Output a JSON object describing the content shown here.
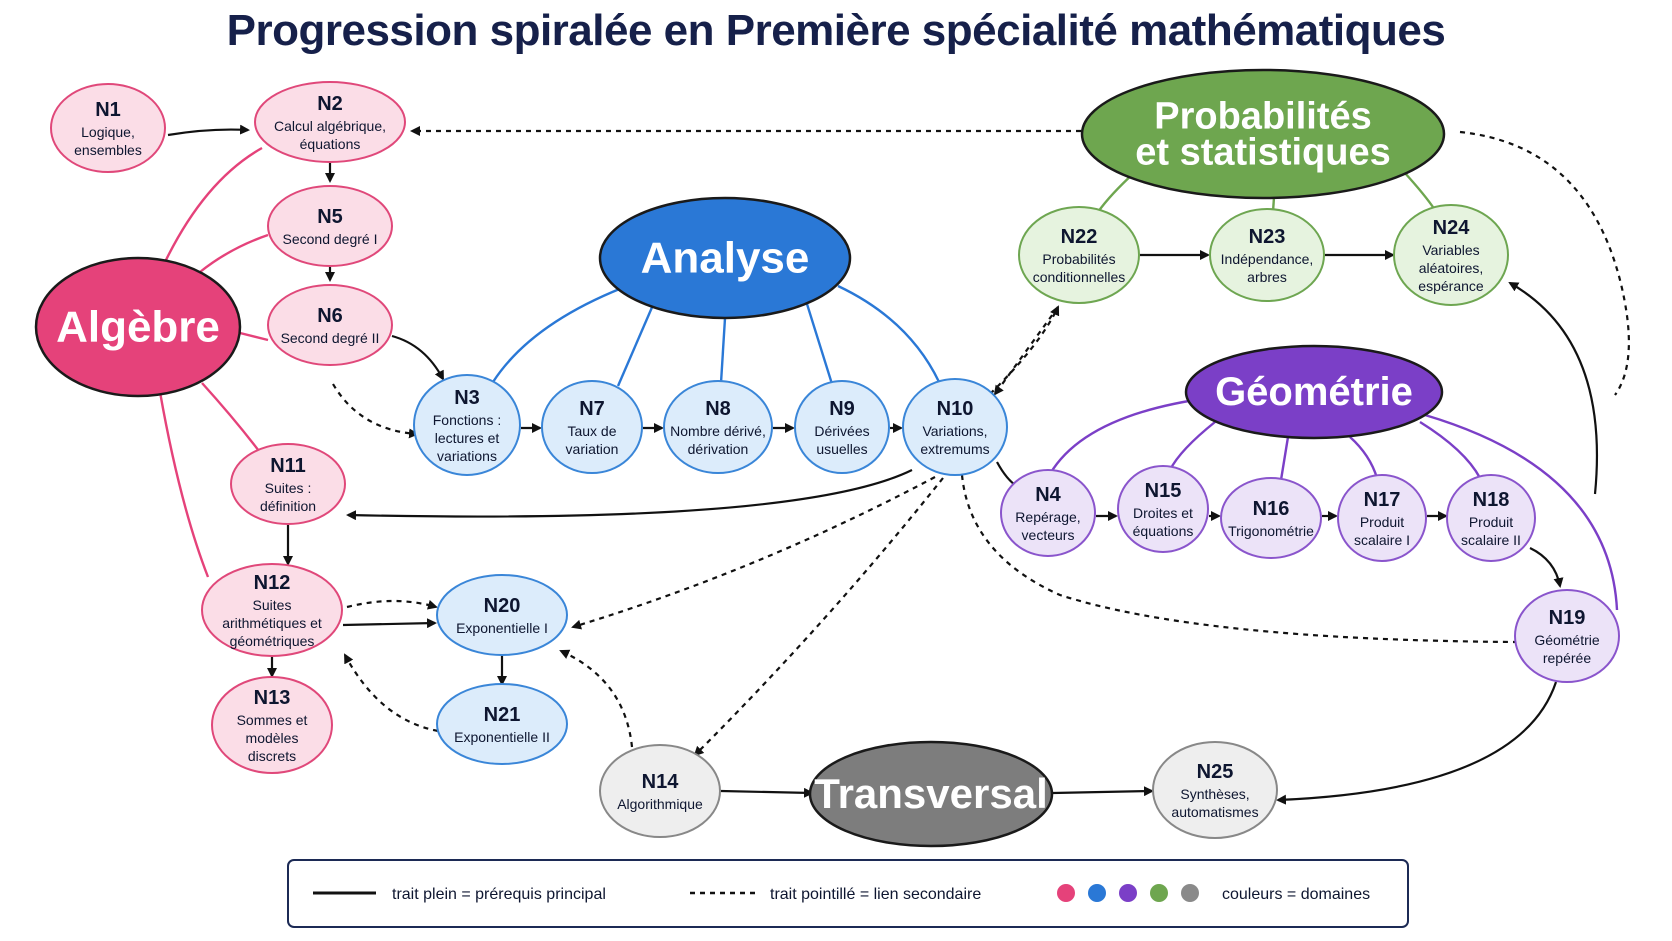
{
  "title": "Progression spiralée en Première spécialité mathématiques",
  "colors": {
    "algebra_fill": "#fbdde7",
    "algebra_stroke": "#e0487a",
    "algebra_main": "#e5427a",
    "analysis_fill": "#dcecfb",
    "analysis_stroke": "#3a86d8",
    "analysis_main": "#2a78d6",
    "geometry_fill": "#ece3f8",
    "geometry_stroke": "#8a55cc",
    "geometry_main": "#7b3fc7",
    "proba_fill": "#e6f3df",
    "proba_stroke": "#6ea651",
    "proba_main": "#6ea64f",
    "trans_fill": "#eeeeee",
    "trans_stroke": "#888888",
    "trans_main": "#7d7d7d",
    "arrow": "#111111"
  },
  "domains": [
    {
      "id": "algebre",
      "label": [
        "Algèbre"
      ],
      "color": "algebra"
    },
    {
      "id": "analyse",
      "label": [
        "Analyse"
      ],
      "color": "analysis"
    },
    {
      "id": "geometrie",
      "label": [
        "Géométrie"
      ],
      "color": "geometry"
    },
    {
      "id": "probas",
      "label": [
        "Probabilités",
        "et statistiques"
      ],
      "color": "proba"
    },
    {
      "id": "transversal",
      "label": [
        "Transversal"
      ],
      "color": "trans"
    }
  ],
  "nodes": [
    {
      "id": "N1",
      "lines": [
        "Logique,",
        "ensembles"
      ],
      "color": "algebra"
    },
    {
      "id": "N2",
      "lines": [
        "Calcul algébrique,",
        "équations"
      ],
      "color": "algebra"
    },
    {
      "id": "N5",
      "lines": [
        "Second degré I"
      ],
      "color": "algebra"
    },
    {
      "id": "N6",
      "lines": [
        "Second degré II"
      ],
      "color": "algebra"
    },
    {
      "id": "N11",
      "lines": [
        "Suites :",
        "définition"
      ],
      "color": "algebra"
    },
    {
      "id": "N12",
      "lines": [
        "Suites",
        "arithmétiques et",
        "géométriques"
      ],
      "color": "algebra"
    },
    {
      "id": "N13",
      "lines": [
        "Sommes et",
        "modèles",
        "discrets"
      ],
      "color": "algebra"
    },
    {
      "id": "N3",
      "lines": [
        "Fonctions :",
        "lectures et",
        "variations"
      ],
      "color": "analysis"
    },
    {
      "id": "N7",
      "lines": [
        "Taux de",
        "variation"
      ],
      "color": "analysis"
    },
    {
      "id": "N8",
      "lines": [
        "Nombre dérivé,",
        "dérivation"
      ],
      "color": "analysis"
    },
    {
      "id": "N9",
      "lines": [
        "Dérivées",
        "usuelles"
      ],
      "color": "analysis"
    },
    {
      "id": "N10",
      "lines": [
        "Variations,",
        "extremums"
      ],
      "color": "analysis"
    },
    {
      "id": "N20",
      "lines": [
        "Exponentielle I"
      ],
      "color": "analysis"
    },
    {
      "id": "N21",
      "lines": [
        "Exponentielle II"
      ],
      "color": "analysis"
    },
    {
      "id": "N22",
      "lines": [
        "Probabilités",
        "conditionnelles"
      ],
      "color": "proba"
    },
    {
      "id": "N23",
      "lines": [
        "Indépendance,",
        "arbres"
      ],
      "color": "proba"
    },
    {
      "id": "N24",
      "lines": [
        "Variables",
        "aléatoires,",
        "espérance"
      ],
      "color": "proba"
    },
    {
      "id": "N4",
      "lines": [
        "Repérage,",
        "vecteurs"
      ],
      "color": "geometry"
    },
    {
      "id": "N15",
      "lines": [
        "Droites et",
        "équations"
      ],
      "color": "geometry"
    },
    {
      "id": "N16",
      "lines": [
        "Trigonométrie"
      ],
      "color": "geometry"
    },
    {
      "id": "N17",
      "lines": [
        "Produit",
        "scalaire I"
      ],
      "color": "geometry"
    },
    {
      "id": "N18",
      "lines": [
        "Produit",
        "scalaire II"
      ],
      "color": "geometry"
    },
    {
      "id": "N19",
      "lines": [
        "Géométrie",
        "repérée"
      ],
      "color": "geometry"
    },
    {
      "id": "N14",
      "lines": [
        "Algorithmique"
      ],
      "color": "trans"
    },
    {
      "id": "N25",
      "lines": [
        "Synthèses,",
        "automatismes"
      ],
      "color": "trans"
    }
  ],
  "legend": {
    "solid": "trait plein = prérequis principal",
    "dashed": "trait pointillé = lien secondaire",
    "colors": "couleurs = domaines",
    "swatches": [
      "#e5427a",
      "#2a78d6",
      "#7b3fc7",
      "#6ea64f",
      "#8a8a8a"
    ]
  }
}
